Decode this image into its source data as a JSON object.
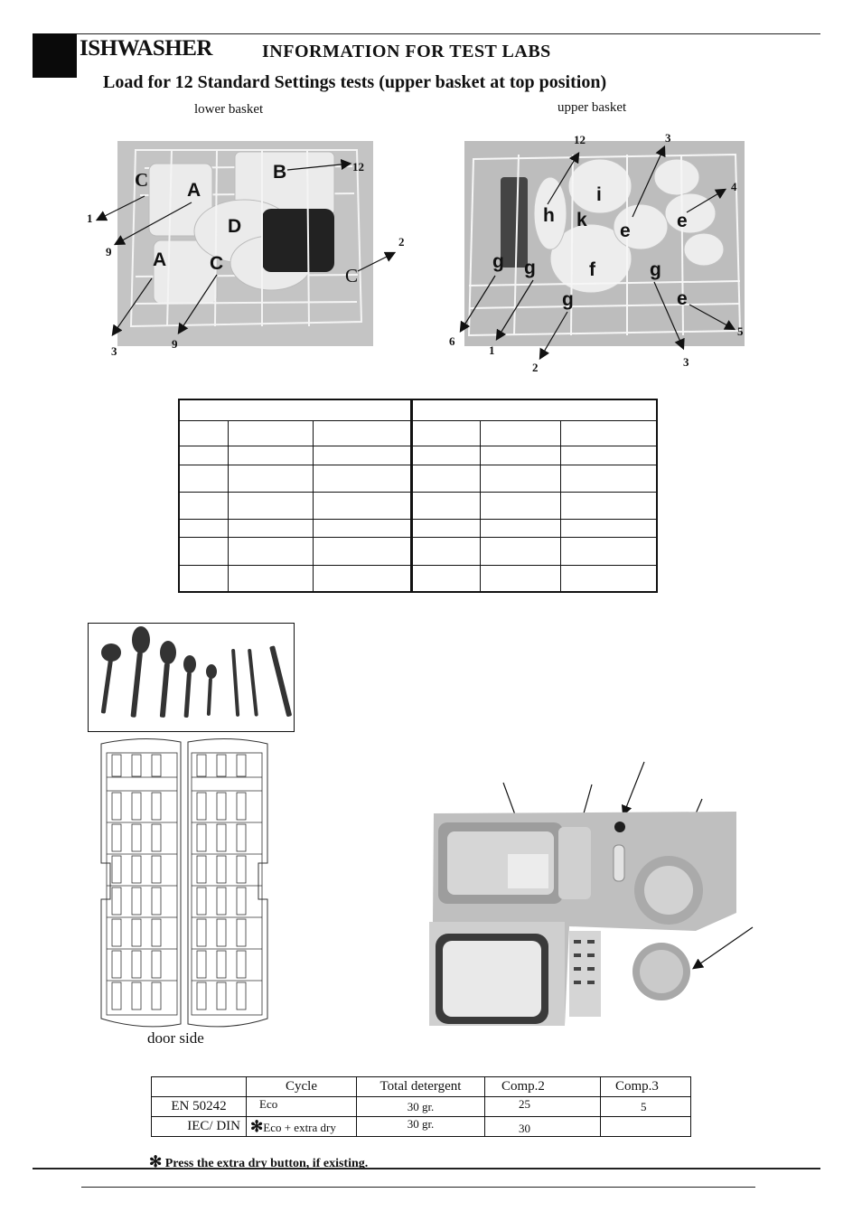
{
  "header": {
    "brand": "ISHWASHER",
    "section": "INFORMATION FOR TEST LABS",
    "subtitle": "Load for 12 Standard Settings  tests (upper basket at top position)"
  },
  "lower_basket": {
    "caption": "lower  basket",
    "letters": {
      "c1": "C",
      "b": "B",
      "a1": "A",
      "d": "D",
      "a2": "A",
      "c2": "C",
      "c3": "C"
    },
    "numbers": {
      "n12": "12",
      "n1": "1",
      "n9a": "9",
      "n2": "2",
      "n3": "3",
      "n9b": "9"
    }
  },
  "upper_basket": {
    "caption": "upper  basket",
    "letters": {
      "i": "i",
      "h": "h",
      "k": "k",
      "e1": "e",
      "e2": "e",
      "g1": "g",
      "g2": "g",
      "f": "f",
      "g3": "g",
      "g4": "g",
      "e3": "e"
    },
    "numbers": {
      "n12": "12",
      "n3a": "3",
      "n4": "4",
      "n6": "6",
      "n1": "1",
      "n2": "2",
      "n3b": "3",
      "n5": "5"
    }
  },
  "cutlery": {
    "caption": "door side"
  },
  "detergent_table": {
    "headers": [
      "",
      "Cycle",
      "Total detergent",
      "Comp.2",
      "Comp.3"
    ],
    "rows": [
      {
        "standard": "EN 50242",
        "cycle": "Eco",
        "total": "30 gr.",
        "comp2": "25",
        "comp3": "5"
      },
      {
        "standard": "IEC/ DIN",
        "cycle": "Eco + extra dry",
        "total": "30 gr.",
        "comp2": "30",
        "comp3": ""
      }
    ],
    "star": "✻"
  },
  "footnote": {
    "star": "✻",
    "text": "Press the extra dry button, if existing."
  }
}
